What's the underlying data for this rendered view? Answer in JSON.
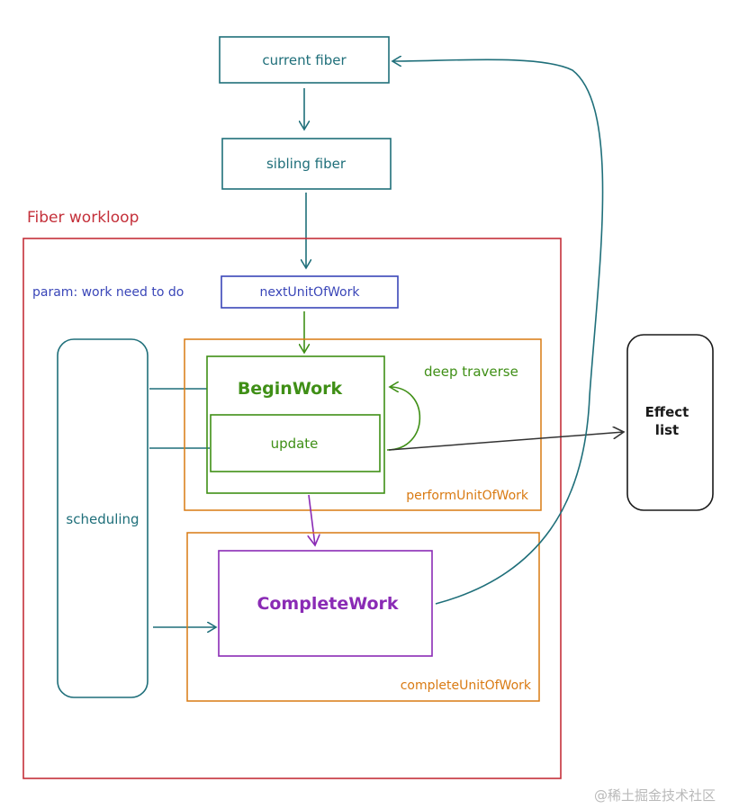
{
  "nodes": {
    "current_fiber": "current fiber",
    "sibling_fiber": "sibling fiber",
    "next_unit_of_work": "nextUnitOfWork",
    "begin_work": "BeginWork",
    "update": "update",
    "complete_work": "CompleteWork",
    "scheduling": "scheduling",
    "effect_list_line1": "Effect",
    "effect_list_line2": "list"
  },
  "groups": {
    "fiber_workloop": "Fiber workloop",
    "perform_unit_of_work": "performUnitOfWork",
    "complete_unit_of_work": "completeUnitOfWork"
  },
  "annotations": {
    "param": "param: work need to do",
    "deep_traverse": "deep traverse"
  },
  "watermark": "@稀土掘金技术社区",
  "colors": {
    "teal": "#1f6f7a",
    "red": "#c4303a",
    "blue": "#3a46b8",
    "green": "#3f8f16",
    "orange": "#d97a12",
    "purple": "#8a2bb5",
    "dark": "#1a1a1a"
  }
}
